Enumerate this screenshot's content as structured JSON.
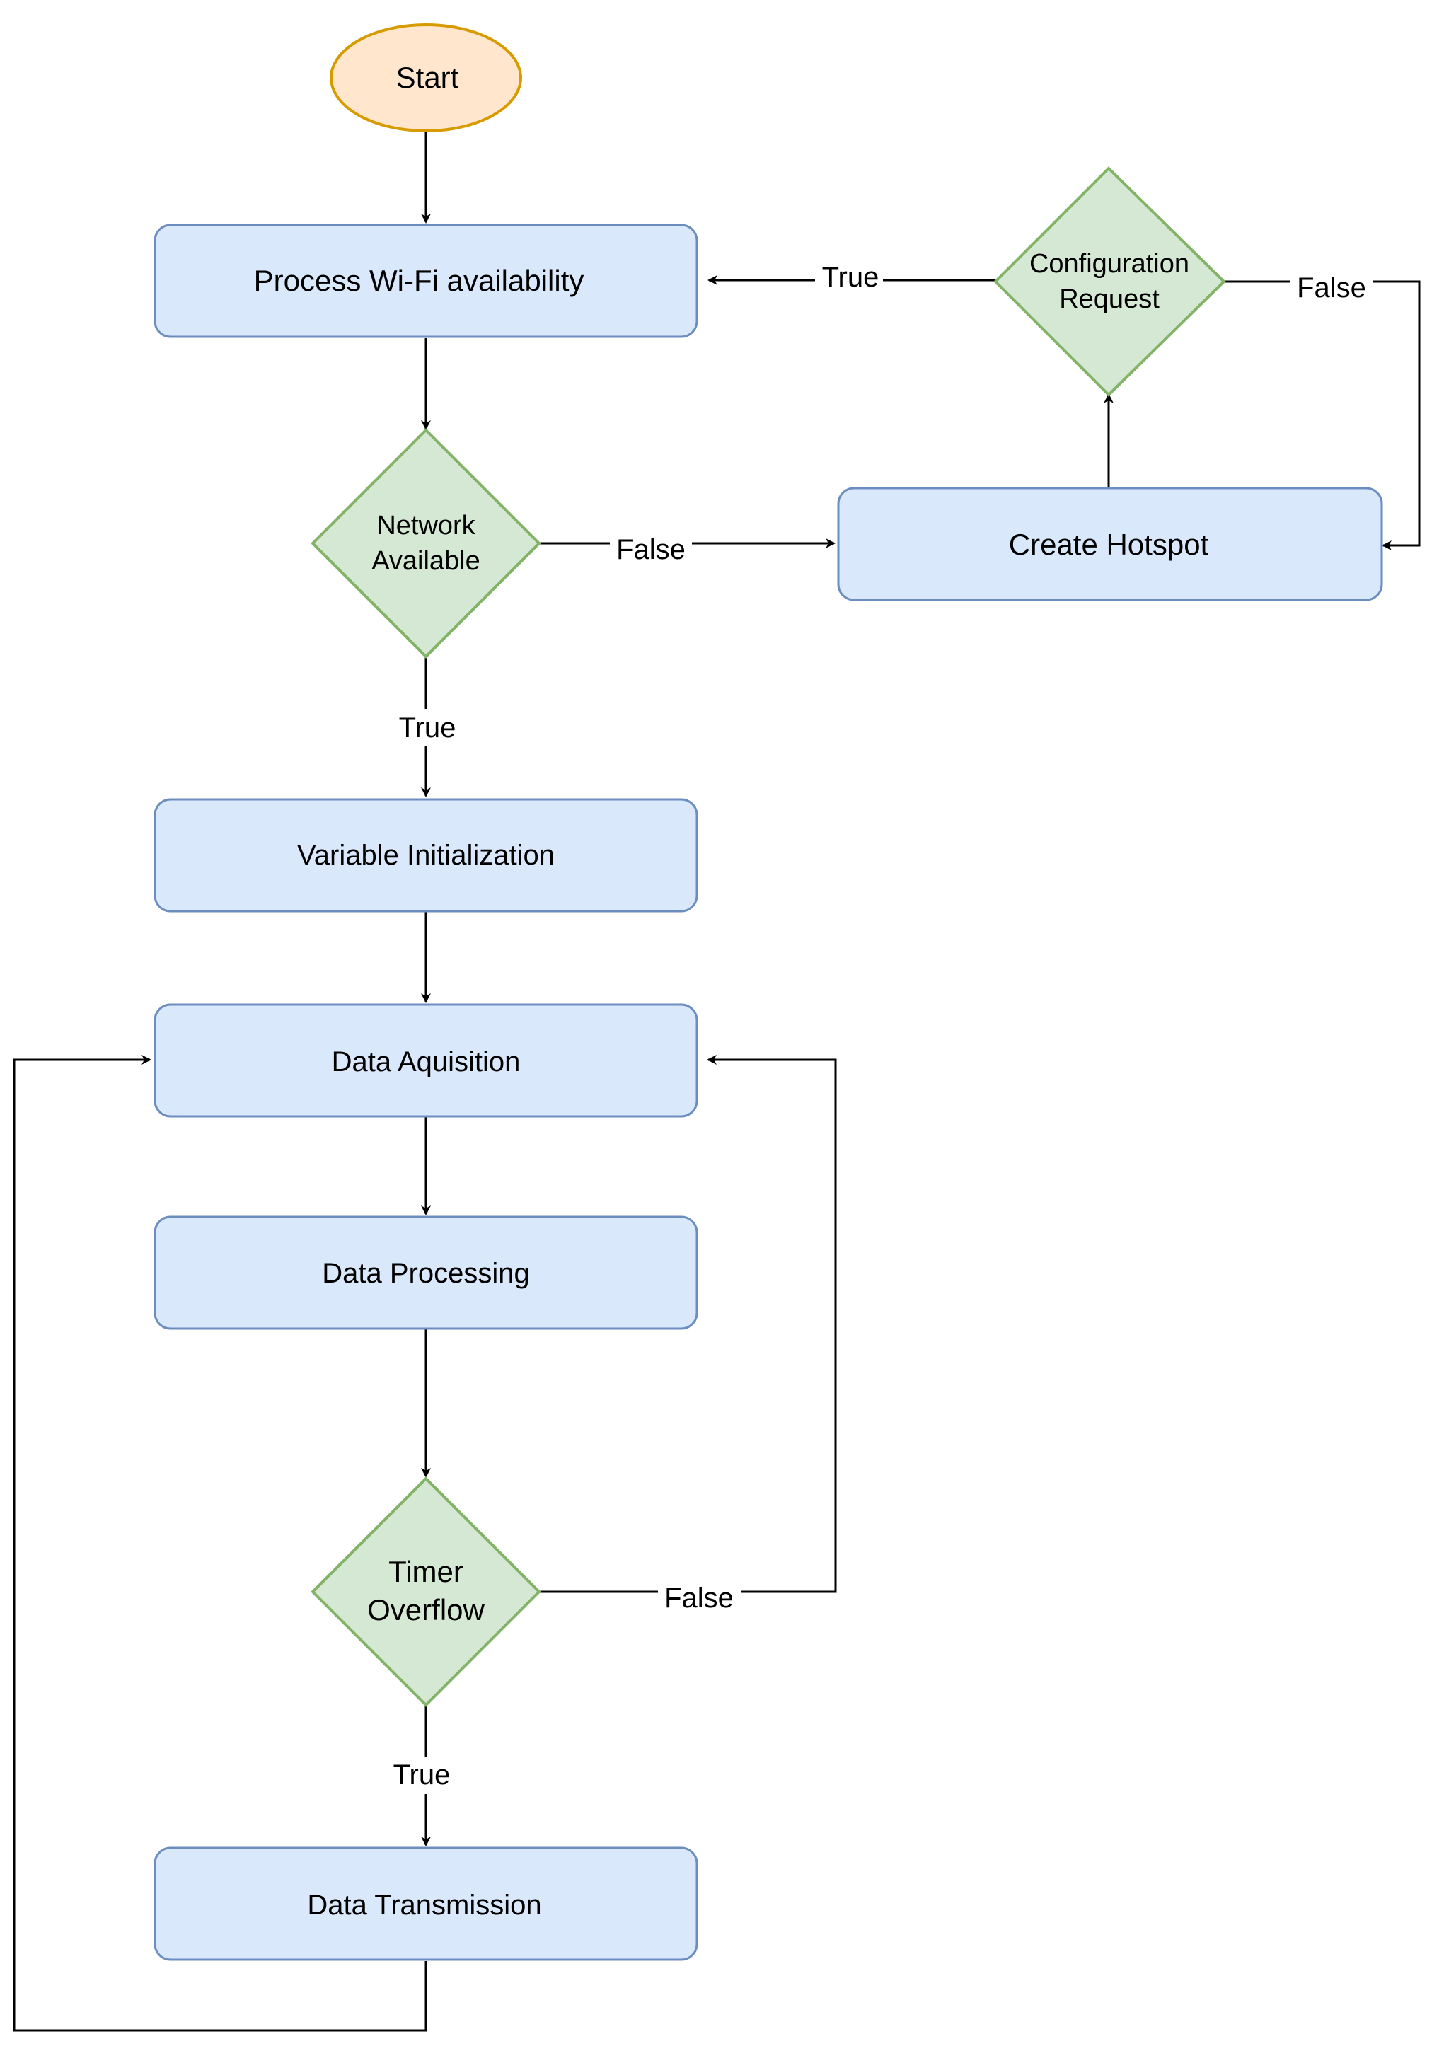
{
  "nodes": {
    "start": "Start",
    "process_wifi": "Process Wi-Fi availability",
    "network_available": [
      "Network",
      "Available"
    ],
    "configuration_request": [
      "Configuration",
      "Request"
    ],
    "create_hotspot": "Create Hotspot",
    "variable_init": "Variable Initialization",
    "data_acquisition": "Data Aquisition",
    "data_processing": "Data Processing",
    "timer_overflow": [
      "Timer",
      "Overflow"
    ],
    "data_transmission": "Data Transmission"
  },
  "edge_labels": {
    "config_true": "True",
    "config_false": "False",
    "network_false": "False",
    "network_true": "True",
    "timer_false": "False",
    "timer_true": "True"
  },
  "colors": {
    "process_fill": "#dae8fc",
    "process_stroke": "#6c8ebf",
    "decision_fill": "#d5e8d4",
    "decision_stroke": "#82b366",
    "terminal_fill": "#ffe6cc",
    "terminal_stroke": "#d79b00",
    "line": "#000000"
  }
}
